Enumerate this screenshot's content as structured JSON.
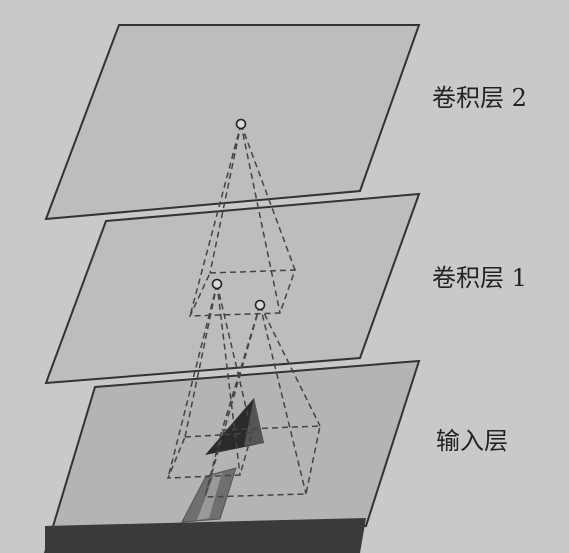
{
  "diagram": {
    "layers": [
      {
        "id": "conv2",
        "label": "卷积层 2"
      },
      {
        "id": "conv1",
        "label": "卷积层 1"
      },
      {
        "id": "input",
        "label": "输入层"
      }
    ]
  },
  "colors": {
    "background": "#c9c9c9",
    "plane_fill": "#bdbdbd",
    "input_plane_fill": "#b4b4b4",
    "plane_edge": "#333333",
    "dashed_lines": "#444444",
    "arrow_fill": "#2b2b2b",
    "arrow_shaft": "#7a7a7a",
    "bottom_band": "#3a3a3a"
  }
}
